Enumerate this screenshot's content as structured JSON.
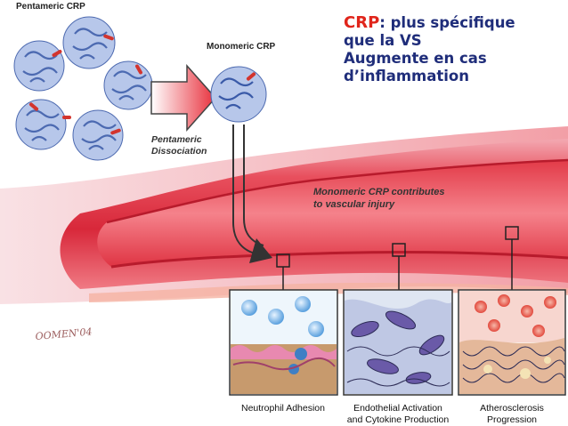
{
  "callout": {
    "crp": "CRP",
    "line1_rest": ": plus spécifique",
    "line2": "que la VS",
    "line3": "Augmente en cas",
    "line4": "d’inflammation"
  },
  "labels": {
    "pentameric": "Pentameric CRP",
    "monomeric": "Monomeric CRP",
    "dissociation_1": "Pentameric",
    "dissociation_2": "Dissociation",
    "contributes_1": "Monomeric CRP contributes",
    "contributes_2": "to vascular injury",
    "signature": "OOMEN'04"
  },
  "panels": [
    {
      "caption_1": "Neutrophil Adhesion",
      "caption_2": ""
    },
    {
      "caption_1": "Endothelial Activation",
      "caption_2": "and Cytokine Production"
    },
    {
      "caption_1": "Atherosclerosis",
      "caption_2": "Progression"
    }
  ],
  "colors": {
    "callout_text": "#1f2d7a",
    "crp_red": "#e0251b",
    "vessel": "#d92b3a",
    "protein_blue": "#7d97cf"
  }
}
